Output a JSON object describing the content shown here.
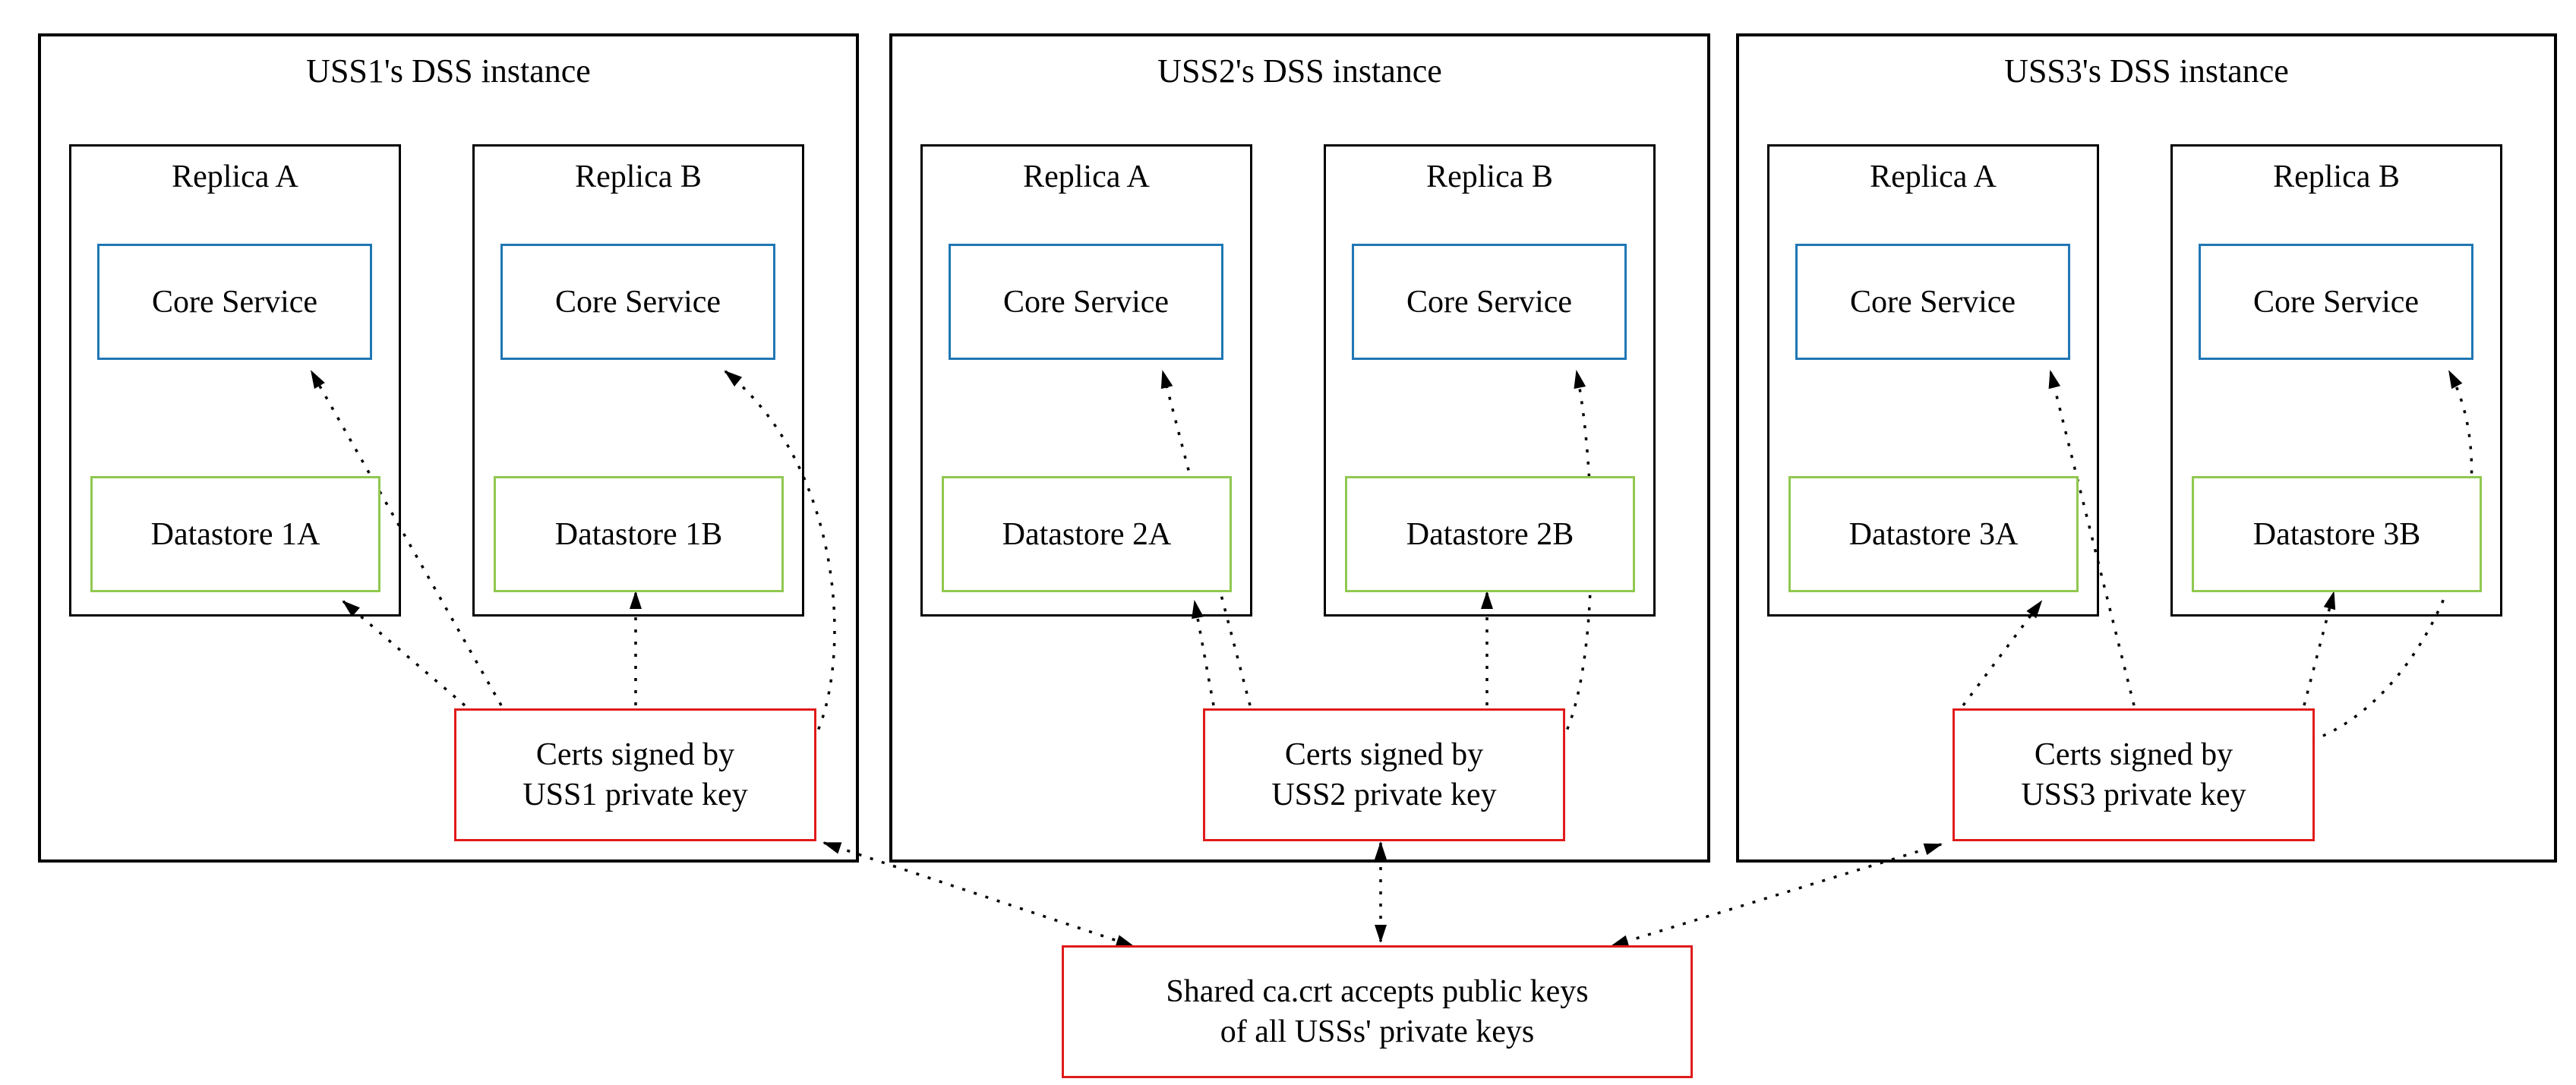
{
  "colors": {
    "box_border": "#000000",
    "core_border": "#1f77b4",
    "datastore_border": "#90c850",
    "cert_border": "#e01b1b",
    "shared_border": "#e01b1b",
    "arrow": "#000000"
  },
  "instances": [
    {
      "title": "USS1's DSS instance",
      "replicas": [
        {
          "title": "Replica A",
          "core": "Core Service",
          "datastore": "Datastore 1A"
        },
        {
          "title": "Replica B",
          "core": "Core Service",
          "datastore": "Datastore 1B"
        }
      ],
      "cert": {
        "line1": "Certs signed by",
        "line2": "USS1 private key"
      }
    },
    {
      "title": "USS2's DSS instance",
      "replicas": [
        {
          "title": "Replica A",
          "core": "Core Service",
          "datastore": "Datastore 2A"
        },
        {
          "title": "Replica B",
          "core": "Core Service",
          "datastore": "Datastore 2B"
        }
      ],
      "cert": {
        "line1": "Certs signed by",
        "line2": "USS2 private key"
      }
    },
    {
      "title": "USS3's DSS instance",
      "replicas": [
        {
          "title": "Replica A",
          "core": "Core Service",
          "datastore": "Datastore 3A"
        },
        {
          "title": "Replica B",
          "core": "Core Service",
          "datastore": "Datastore 3B"
        }
      ],
      "cert": {
        "line1": "Certs signed by",
        "line2": "USS3 private key"
      }
    }
  ],
  "shared": {
    "line1": "Shared ca.crt accepts public keys",
    "line2": "of all USSs' private keys"
  }
}
